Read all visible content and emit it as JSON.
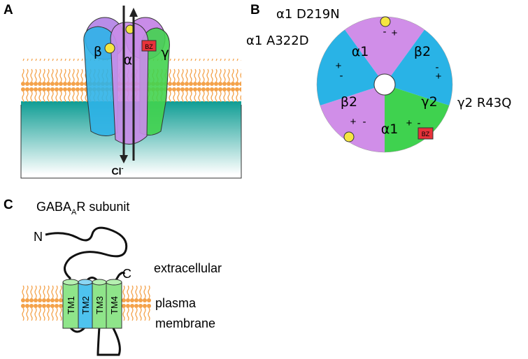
{
  "panels": {
    "a": "A",
    "b": "B",
    "c": "C"
  },
  "panel_a": {
    "subunit_beta": "β",
    "subunit_alpha": "α",
    "subunit_gamma": "γ",
    "bz_label": "BZ",
    "ion_label": "Cl",
    "ion_charge": "-"
  },
  "panel_b": {
    "mutation_alpha1_d219n": "α1 D219N",
    "mutation_alpha1_a322d": "α1 A322D",
    "mutation_gamma2_r43q": "γ2 R43Q",
    "segments": [
      {
        "label": "α1",
        "color": "#d08ee8"
      },
      {
        "label": "β2",
        "color": "#29b3e6"
      },
      {
        "label": "γ2",
        "color": "#3fd24f"
      },
      {
        "label": "α1",
        "color": "#d08ee8"
      },
      {
        "label": "β2",
        "color": "#29b3e6"
      }
    ],
    "bz_label": "BZ",
    "plus": "+",
    "minus": "-"
  },
  "panel_c": {
    "title_main": "GABA",
    "title_sub": "A",
    "title_rest": "R subunit",
    "n_terminus": "N",
    "c_terminus": "C",
    "extracellular": "extracellular",
    "plasma": "plasma",
    "membrane": "membrane",
    "tm_segments": [
      "TM1",
      "TM2",
      "TM3",
      "TM4"
    ]
  },
  "colors": {
    "lipid": "#f4a24a",
    "cytoplasm_top": "#0f9d94",
    "alpha": "#c98ce8",
    "beta": "#2fb3e8",
    "gamma": "#43d34f",
    "bz": "#e8323a",
    "ligand": "#f5e641"
  }
}
